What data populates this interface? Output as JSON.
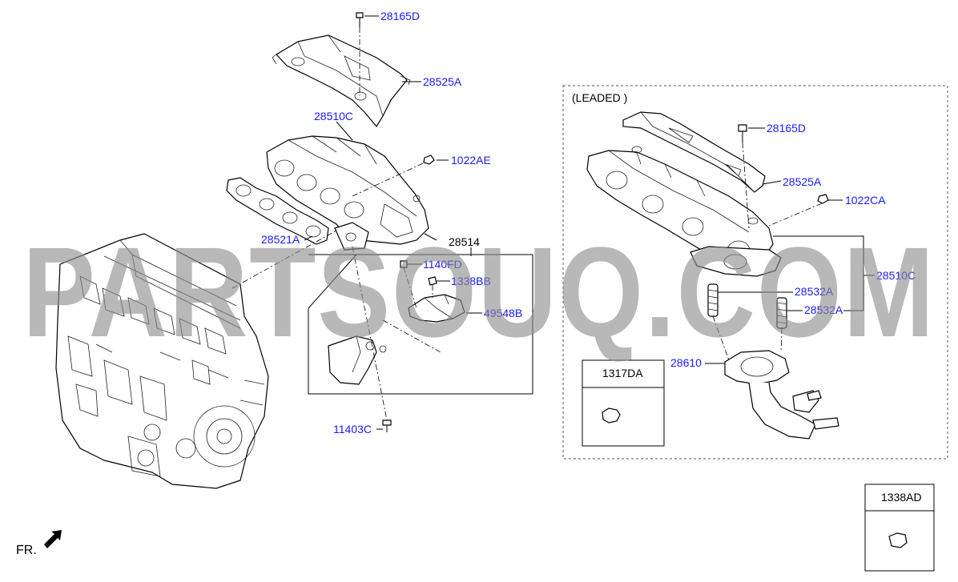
{
  "watermark": "PARTSOUQ.COM",
  "front_marker": "FR.",
  "leaded_section": {
    "title": "(LEADED )"
  },
  "labels": {
    "l28165D_a": "28165D",
    "l28525A_a": "28525A",
    "l28510C_a": "28510C",
    "l1022AE": "1022AE",
    "l28521A": "28521A",
    "l28514": "28514",
    "l1140FD": "1140FD",
    "l1338BB": "1338BB",
    "l49548B": "49548B",
    "l11403C": "11403C",
    "l28165D_b": "28165D",
    "l28525A_b": "28525A",
    "l1022CA": "1022CA",
    "l28510C_b": "28510C",
    "l28532A_1": "28532A",
    "l28532A_2": "28532A",
    "l28610": "28610"
  },
  "boxes": {
    "b1317DA": "1317DA",
    "b1338AD": "1338AD"
  },
  "colors": {
    "link": "#1a1aff",
    "watermark": "#8c8c8c",
    "line": "#000000"
  }
}
